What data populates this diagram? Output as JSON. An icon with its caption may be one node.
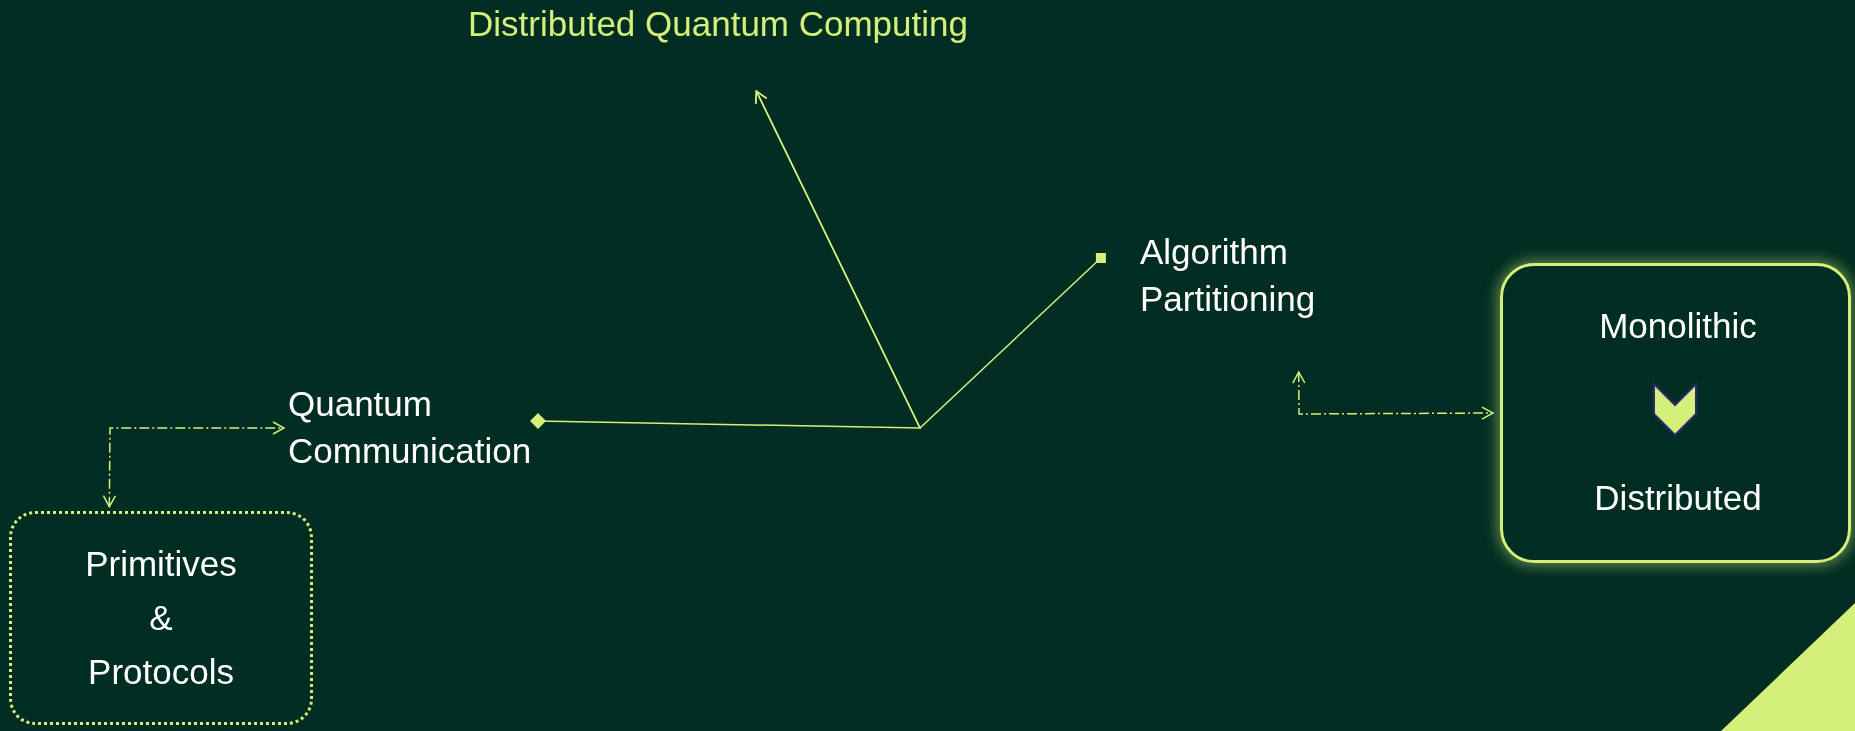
{
  "diagram": {
    "nodes": [
      {
        "text": [
          "Distributed Quantum Computing"
        ]
      },
      {
        "text": [
          "Algorithm Partitioning"
        ]
      },
      {
        "text": [],
        "shape": "box"
      },
      {
        "text": [
          "Monolithic"
        ],
        "in": 2
      },
      {
        "text": [
          "Distributed"
        ],
        "in": 2
      },
      {
        "text": [
          "Quantum Communication"
        ]
      },
      {
        "text": [
          "Primitives & Protocols"
        ]
      }
    ],
    "edges": [
      {
        "from": 5,
        "to": 0,
        "arrow": "to"
      },
      {
        "from": 1,
        "to": 0,
        "arrow": "to"
      },
      {
        "from": 6,
        "to": 5,
        "arrow": "both",
        "style": "dashed"
      },
      {
        "from": 1,
        "to": 2,
        "arrow": "both",
        "style": "dashed"
      },
      {
        "from": 3,
        "to": 4,
        "arrow": "to"
      }
    ]
  }
}
